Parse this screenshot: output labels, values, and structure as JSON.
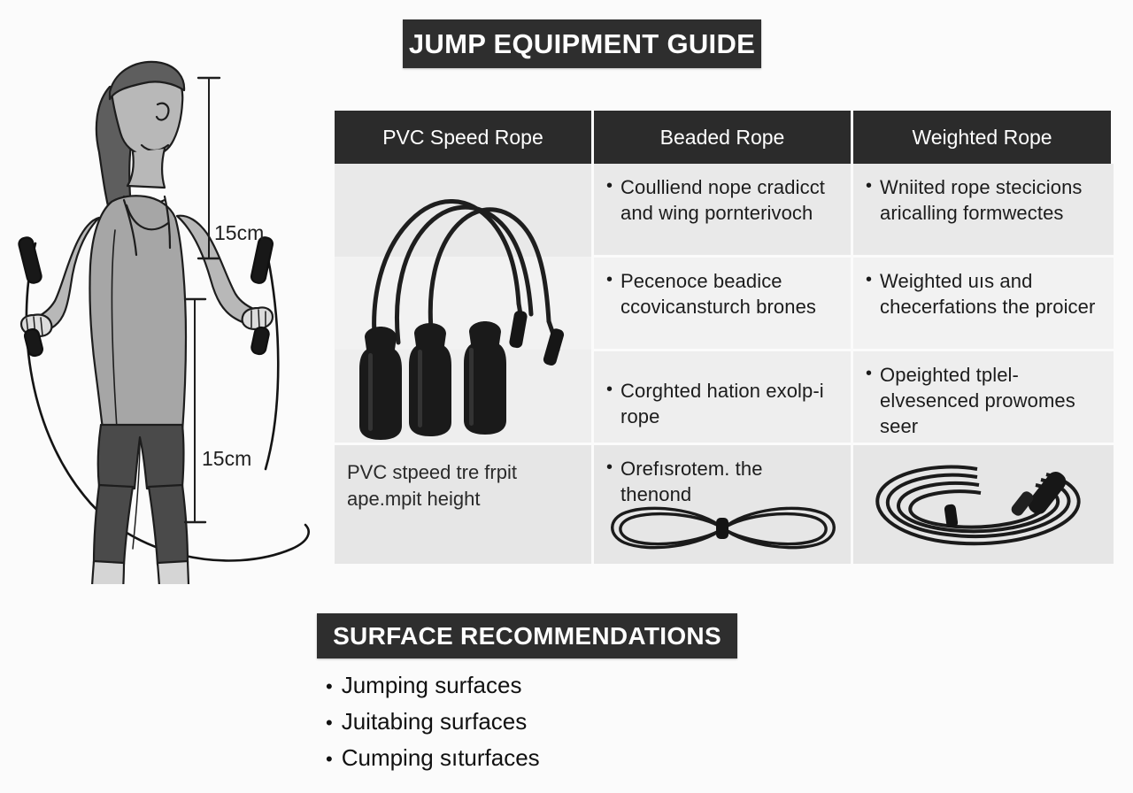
{
  "header": {
    "title": "JUMP EQUIPMENT GUIDE"
  },
  "figure": {
    "description": "jump-rope stance illustration of a woman holding a rope",
    "dimension_top": "15cm",
    "dimension_bottom": "15cm"
  },
  "table": {
    "columns": [
      {
        "header": "PVC Speed Rope"
      },
      {
        "header": "Beaded Rope"
      },
      {
        "header": "Weighted Rope"
      }
    ],
    "column_1": {
      "image_name": "pvc-speed-rope-handles-photo",
      "footer_text": "PVC stpeed tre frpit ape.mpit height"
    },
    "column_2": {
      "bullets": [
        "Coulliend nope cradicct and wing pornterivoch",
        "Pecenoce beadice ccovicansturch brones",
        "Corghted hation exolp-i rope",
        "Orefısrotem. the thenond"
      ],
      "image_name": "coiled-beaded-rope-photo"
    },
    "column_3": {
      "bullets": [
        "Wniited rope stecicions aricalling formwectes",
        "Weighted uıs and checerfations  the proicer",
        "Opeighted tplel-elvesenced prowomes seer"
      ],
      "image_name": "coiled-weighted-rope-photo"
    }
  },
  "surface_section": {
    "title": "SURFACE RECOMMENDATIONS",
    "items": [
      "Jumping surfaces",
      "Juitabing surfaces",
      "Cumping sıturfaces"
    ]
  },
  "colors": {
    "background": "#fbfbfb",
    "banner": "#2e2e2e",
    "banner_text": "#ffffff",
    "table_header": "#2b2b2b",
    "row_shade_light": "#f2f2f2",
    "row_shade_dark": "#e9e9e9",
    "body_text": "#1c1c1c",
    "rope_black": "#1a1a1a",
    "skin": "#b8b8b8",
    "top_garment": "#a6a6a6",
    "leggings": "#4a4a4a",
    "hair": "#5e5e5e"
  },
  "bullet_glyph": "•"
}
